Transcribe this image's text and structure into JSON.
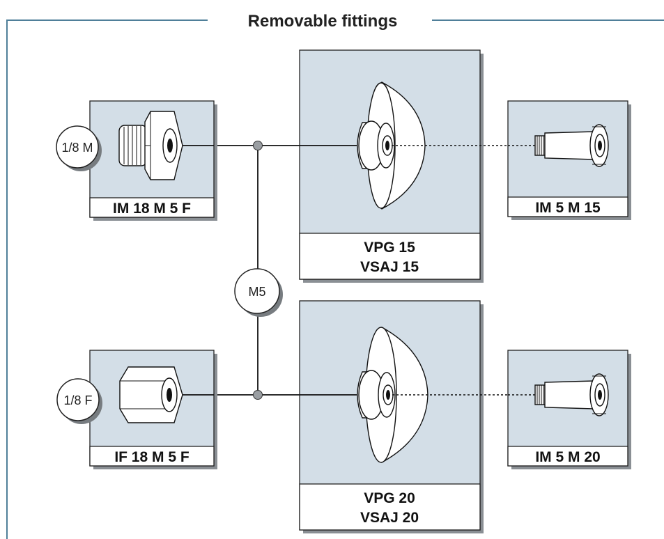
{
  "title": "Removable fittings",
  "fittings": {
    "male_adapter": "IM 18 M 5 F",
    "female_adapter": "IF 18 M 5 F",
    "upper_cup": [
      "VPG 15",
      "VSAJ 15"
    ],
    "lower_cup": [
      "VPG 20",
      "VSAJ 20"
    ],
    "upper_insert": "IM 5 M 15",
    "lower_insert": "IM 5 M 20"
  },
  "threads": {
    "male": "1/8 M",
    "female": "1/8 F",
    "manifold": "M5"
  },
  "colors": {
    "frame": "#4f7f99",
    "panel": "#d3dee7",
    "junction": "#9a9ea2"
  }
}
